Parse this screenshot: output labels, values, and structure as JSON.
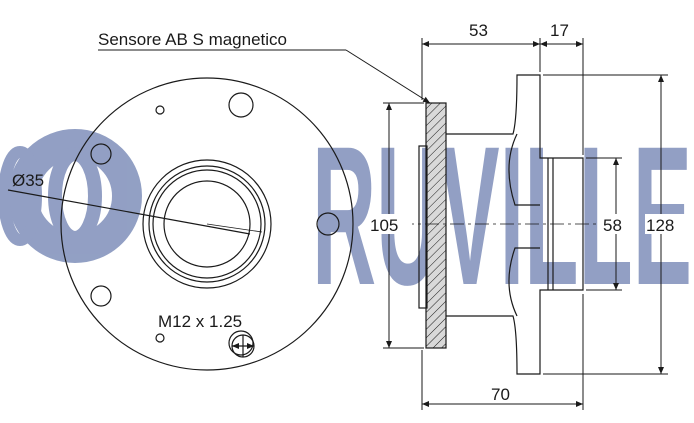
{
  "brand": {
    "name": "RUVILLE",
    "color": "#7f8fba"
  },
  "labels": {
    "abs_sensor": "Sensore AB S magnetico",
    "bore_diameter": "Ø35",
    "thread": "M12 x 1.25"
  },
  "dimensions": {
    "flange_width": "53",
    "spigot_width": "17",
    "overall_length": "70",
    "pcd_height": "105",
    "spigot_diameter": "58",
    "outer_diameter": "128"
  },
  "colors": {
    "line": "#1a1a1a",
    "hatch_fill": "#d9d9d9"
  }
}
